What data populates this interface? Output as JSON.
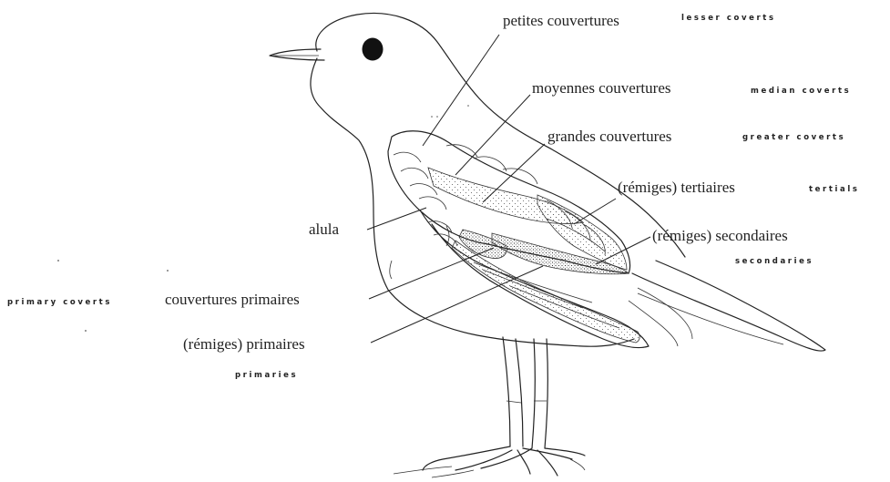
{
  "labels": {
    "lesser": {
      "fr": "petites couvertures",
      "en": "lesser coverts"
    },
    "median": {
      "fr": "moyennes couvertures",
      "en": "median coverts"
    },
    "greater": {
      "fr": "grandes couvertures",
      "en": "greater coverts"
    },
    "tertials": {
      "fr": "(rémiges) tertiaires",
      "en": "tertials"
    },
    "secondaries": {
      "fr": "(rémiges) secondaires",
      "en": "secondaries"
    },
    "alula": {
      "fr": "alula"
    },
    "primary_coverts": {
      "fr": "couvertures primaires",
      "en": "primary coverts"
    },
    "primaries": {
      "fr": "(rémiges) primaires",
      "en": "primaries"
    }
  }
}
